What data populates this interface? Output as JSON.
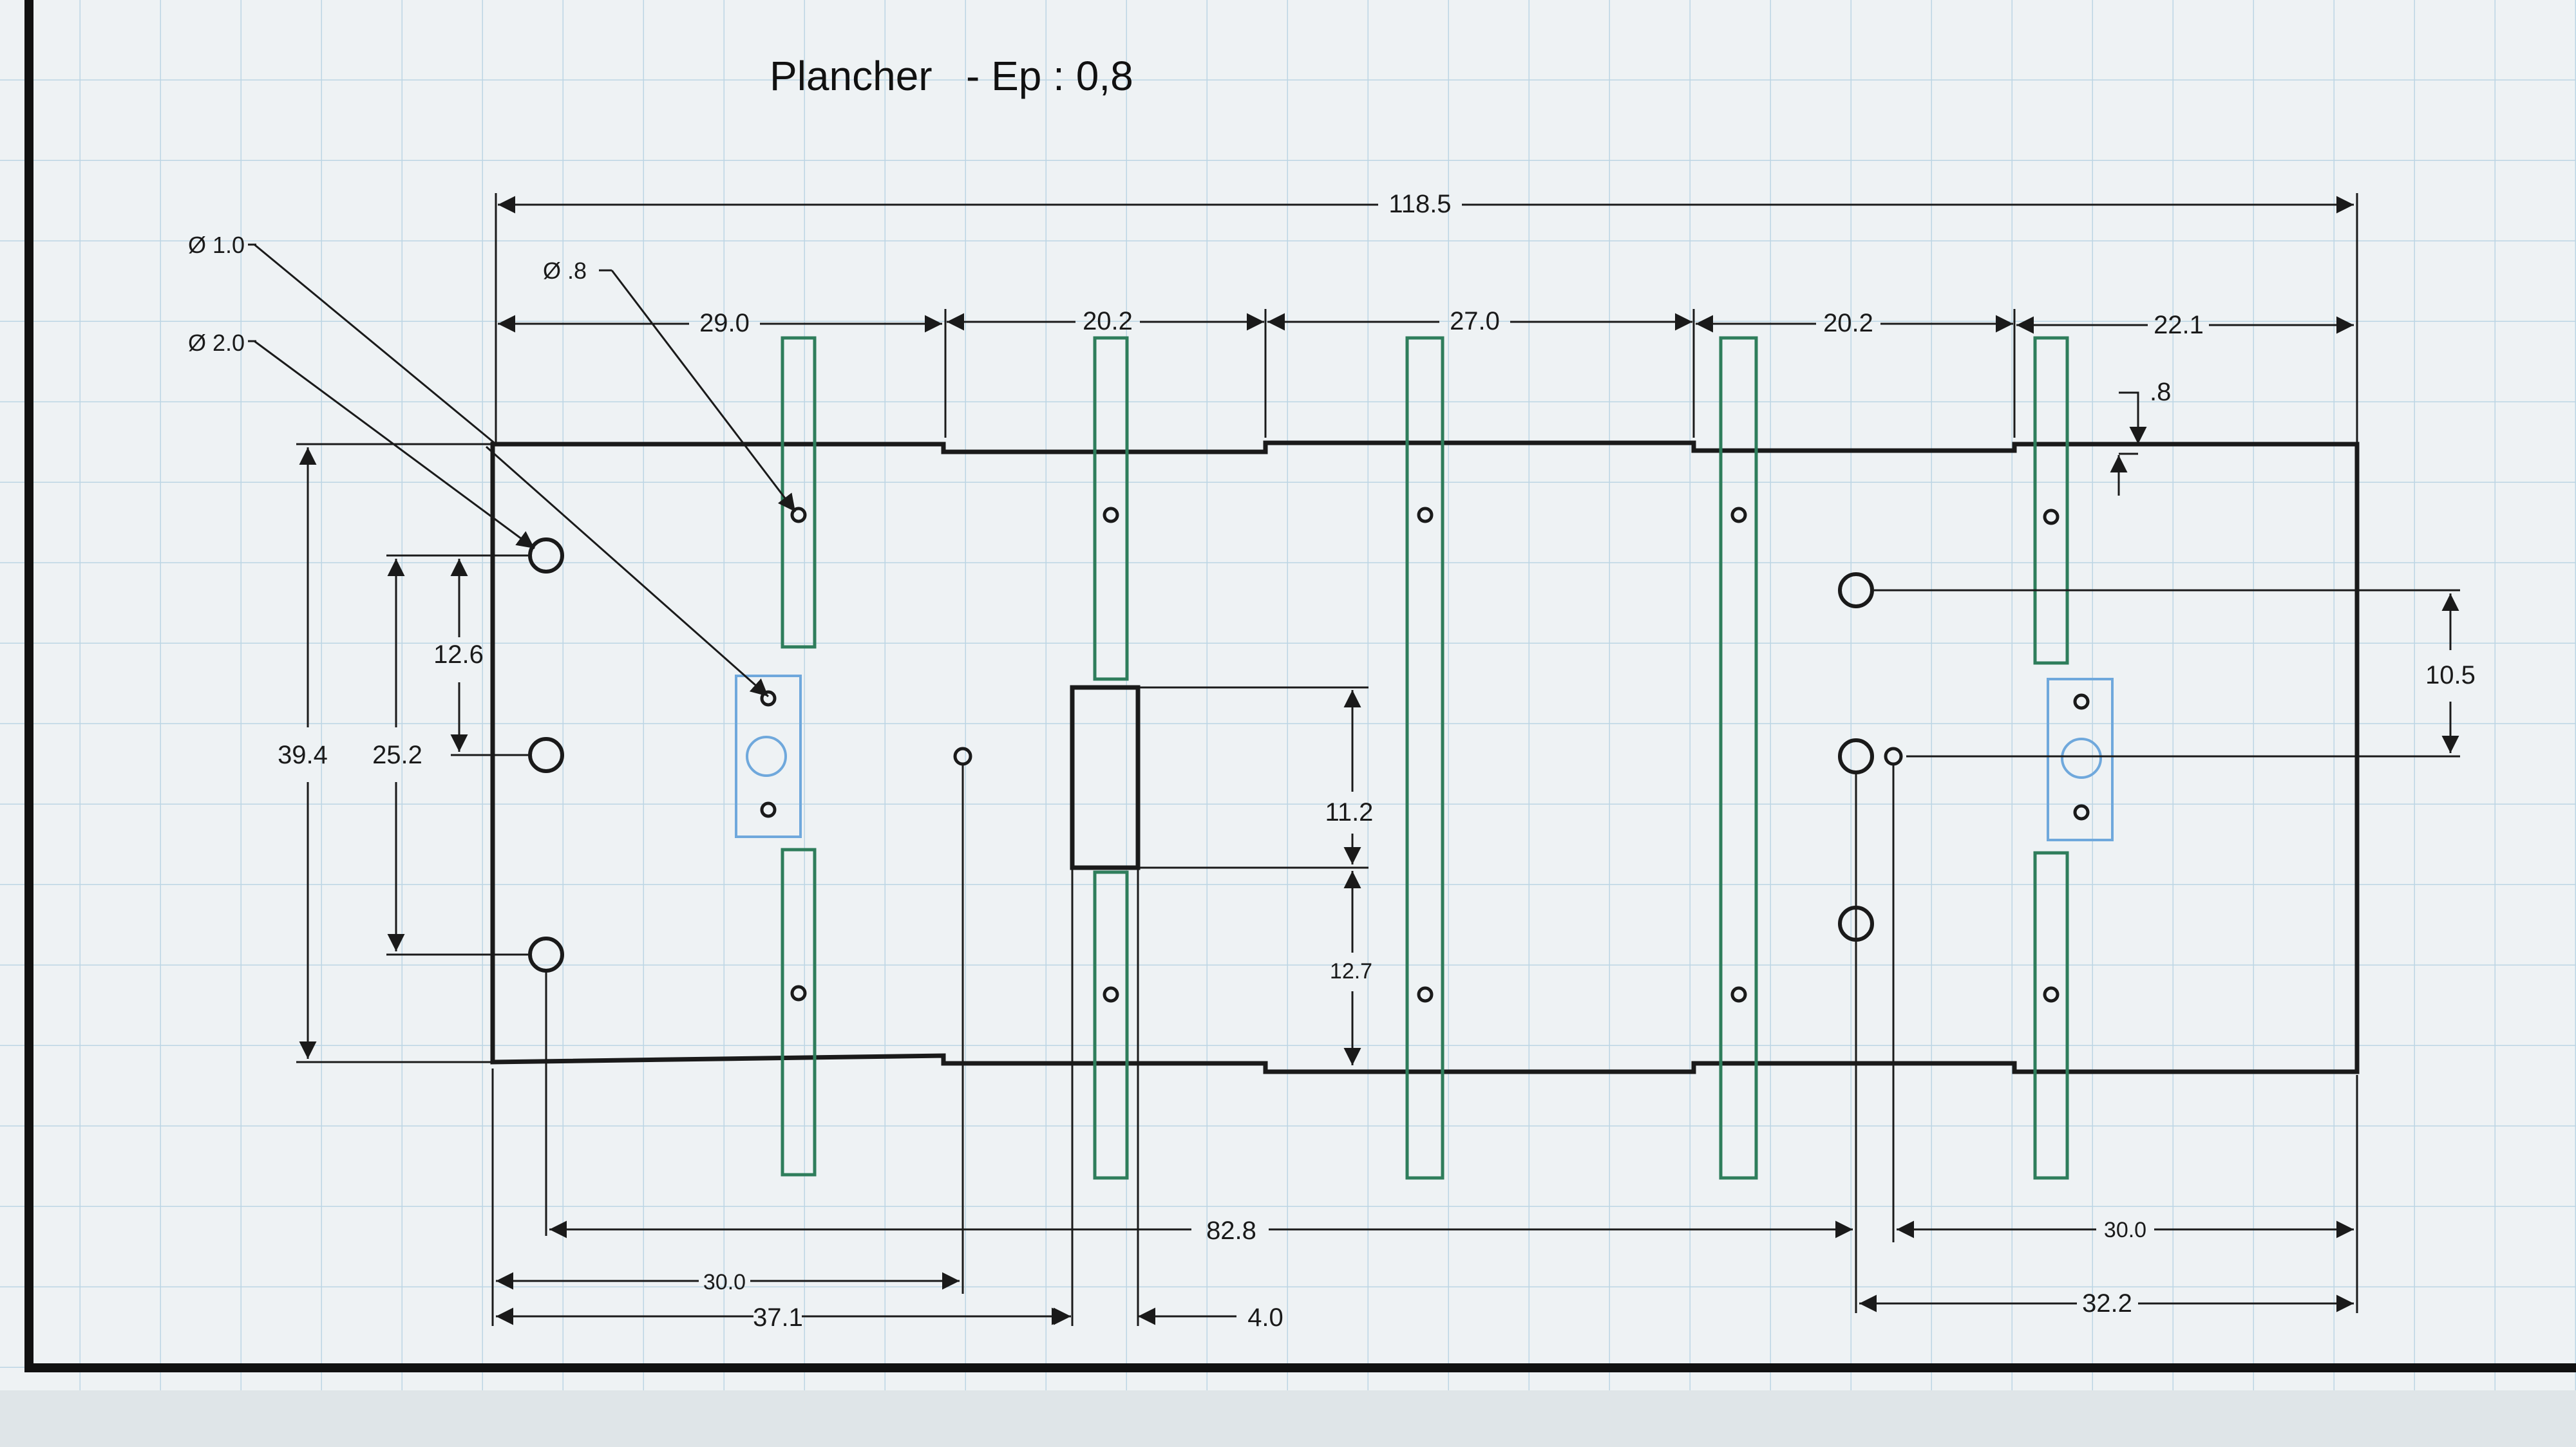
{
  "title": {
    "part": "Plancher",
    "thickness": "- Ep : 0,8"
  },
  "colors": {
    "outline": "#1a1a1a",
    "green_slots": "#2e7d5b",
    "blue_plates": "#6fa8dc",
    "grid": "#b9d3e3",
    "paper": "#eef2f4"
  },
  "callouts": {
    "dia_1_0": "Ø 1.0",
    "dia_2_0": "Ø 2.0",
    "dia_0_8": "Ø .8"
  },
  "dimensions": {
    "overall_length": "118.5",
    "seg_1": "29.0",
    "seg_2": "20.2",
    "seg_3": "27.0",
    "seg_4": "20.2",
    "seg_5": "22.1",
    "notch_depth": ".8",
    "overall_height": "39.4",
    "hole_span": "25.2",
    "hole_pitch": "12.6",
    "window_height": "11.2",
    "window_offset": "12.7",
    "right_hole_offset": "10.5",
    "hole_to_hole": "82.8",
    "right_hole_x": "30.0",
    "left_small_hole_x": "30.0",
    "window_x": "37.1",
    "window_width": "4.0",
    "right_edge_offset": "32.2"
  }
}
